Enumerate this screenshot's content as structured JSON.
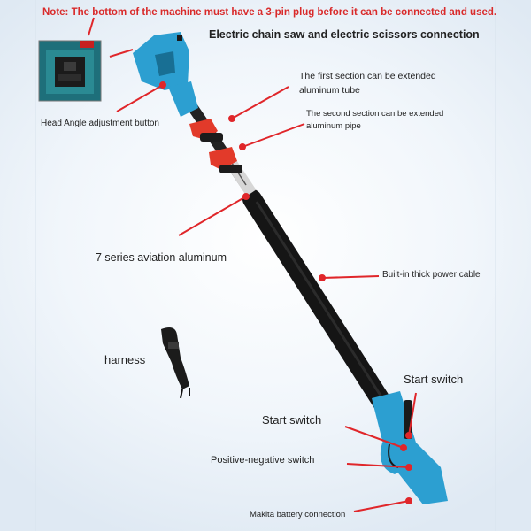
{
  "note": "Note: The bottom of the machine must have a 3-pin plug before it can be connected and used.",
  "labels": {
    "connection": "Electric chain saw and electric scissors connection",
    "head_angle": "Head Angle adjustment button",
    "first_section_1": "The first section can be extended",
    "first_section_2": "aluminum tube",
    "second_section_1": "The second section can be extended",
    "second_section_2": "aluminum pipe",
    "aviation": "7 series aviation aluminum",
    "power_cable": "Built-in thick power cable",
    "harness": "harness",
    "start_switch_right": "Start switch",
    "start_switch_left": "Start switch",
    "pos_neg": "Positive-negative switch",
    "battery": "Makita battery connection"
  },
  "colors": {
    "tool_blue": "#2c9fd1",
    "pointer_red": "#e0262a",
    "tube_black": "#1a1a1a",
    "clamp_red": "#e23a2a"
  },
  "icons": [
    "pole-saw-tool",
    "inset-photo",
    "harness-strap"
  ]
}
